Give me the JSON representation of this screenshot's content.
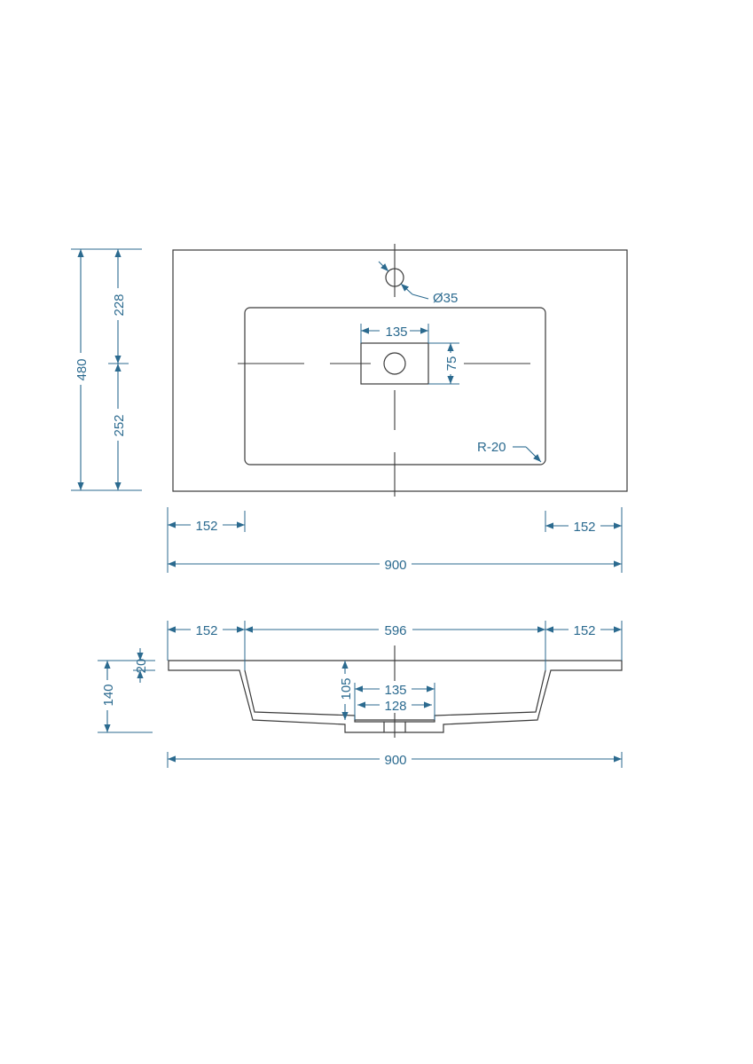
{
  "top_view": {
    "overall_depth": "480",
    "front_to_tap": "228",
    "tap_to_back": "252",
    "tap_hole": "Ø35",
    "overflow_width": "135",
    "overflow_height": "75",
    "corner_radius": "R-20",
    "left_margin": "152",
    "right_margin": "152",
    "overall_width": "900"
  },
  "section_view": {
    "left_margin": "152",
    "bowl_width": "596",
    "right_margin": "152",
    "deck_thickness": "20",
    "overall_height": "140",
    "bowl_depth": "105",
    "drain_outer": "135",
    "drain_inner": "128",
    "overall_width": "900"
  },
  "colors": {
    "dimension": "#2b6a8f",
    "outline": "#3a3a3a"
  }
}
